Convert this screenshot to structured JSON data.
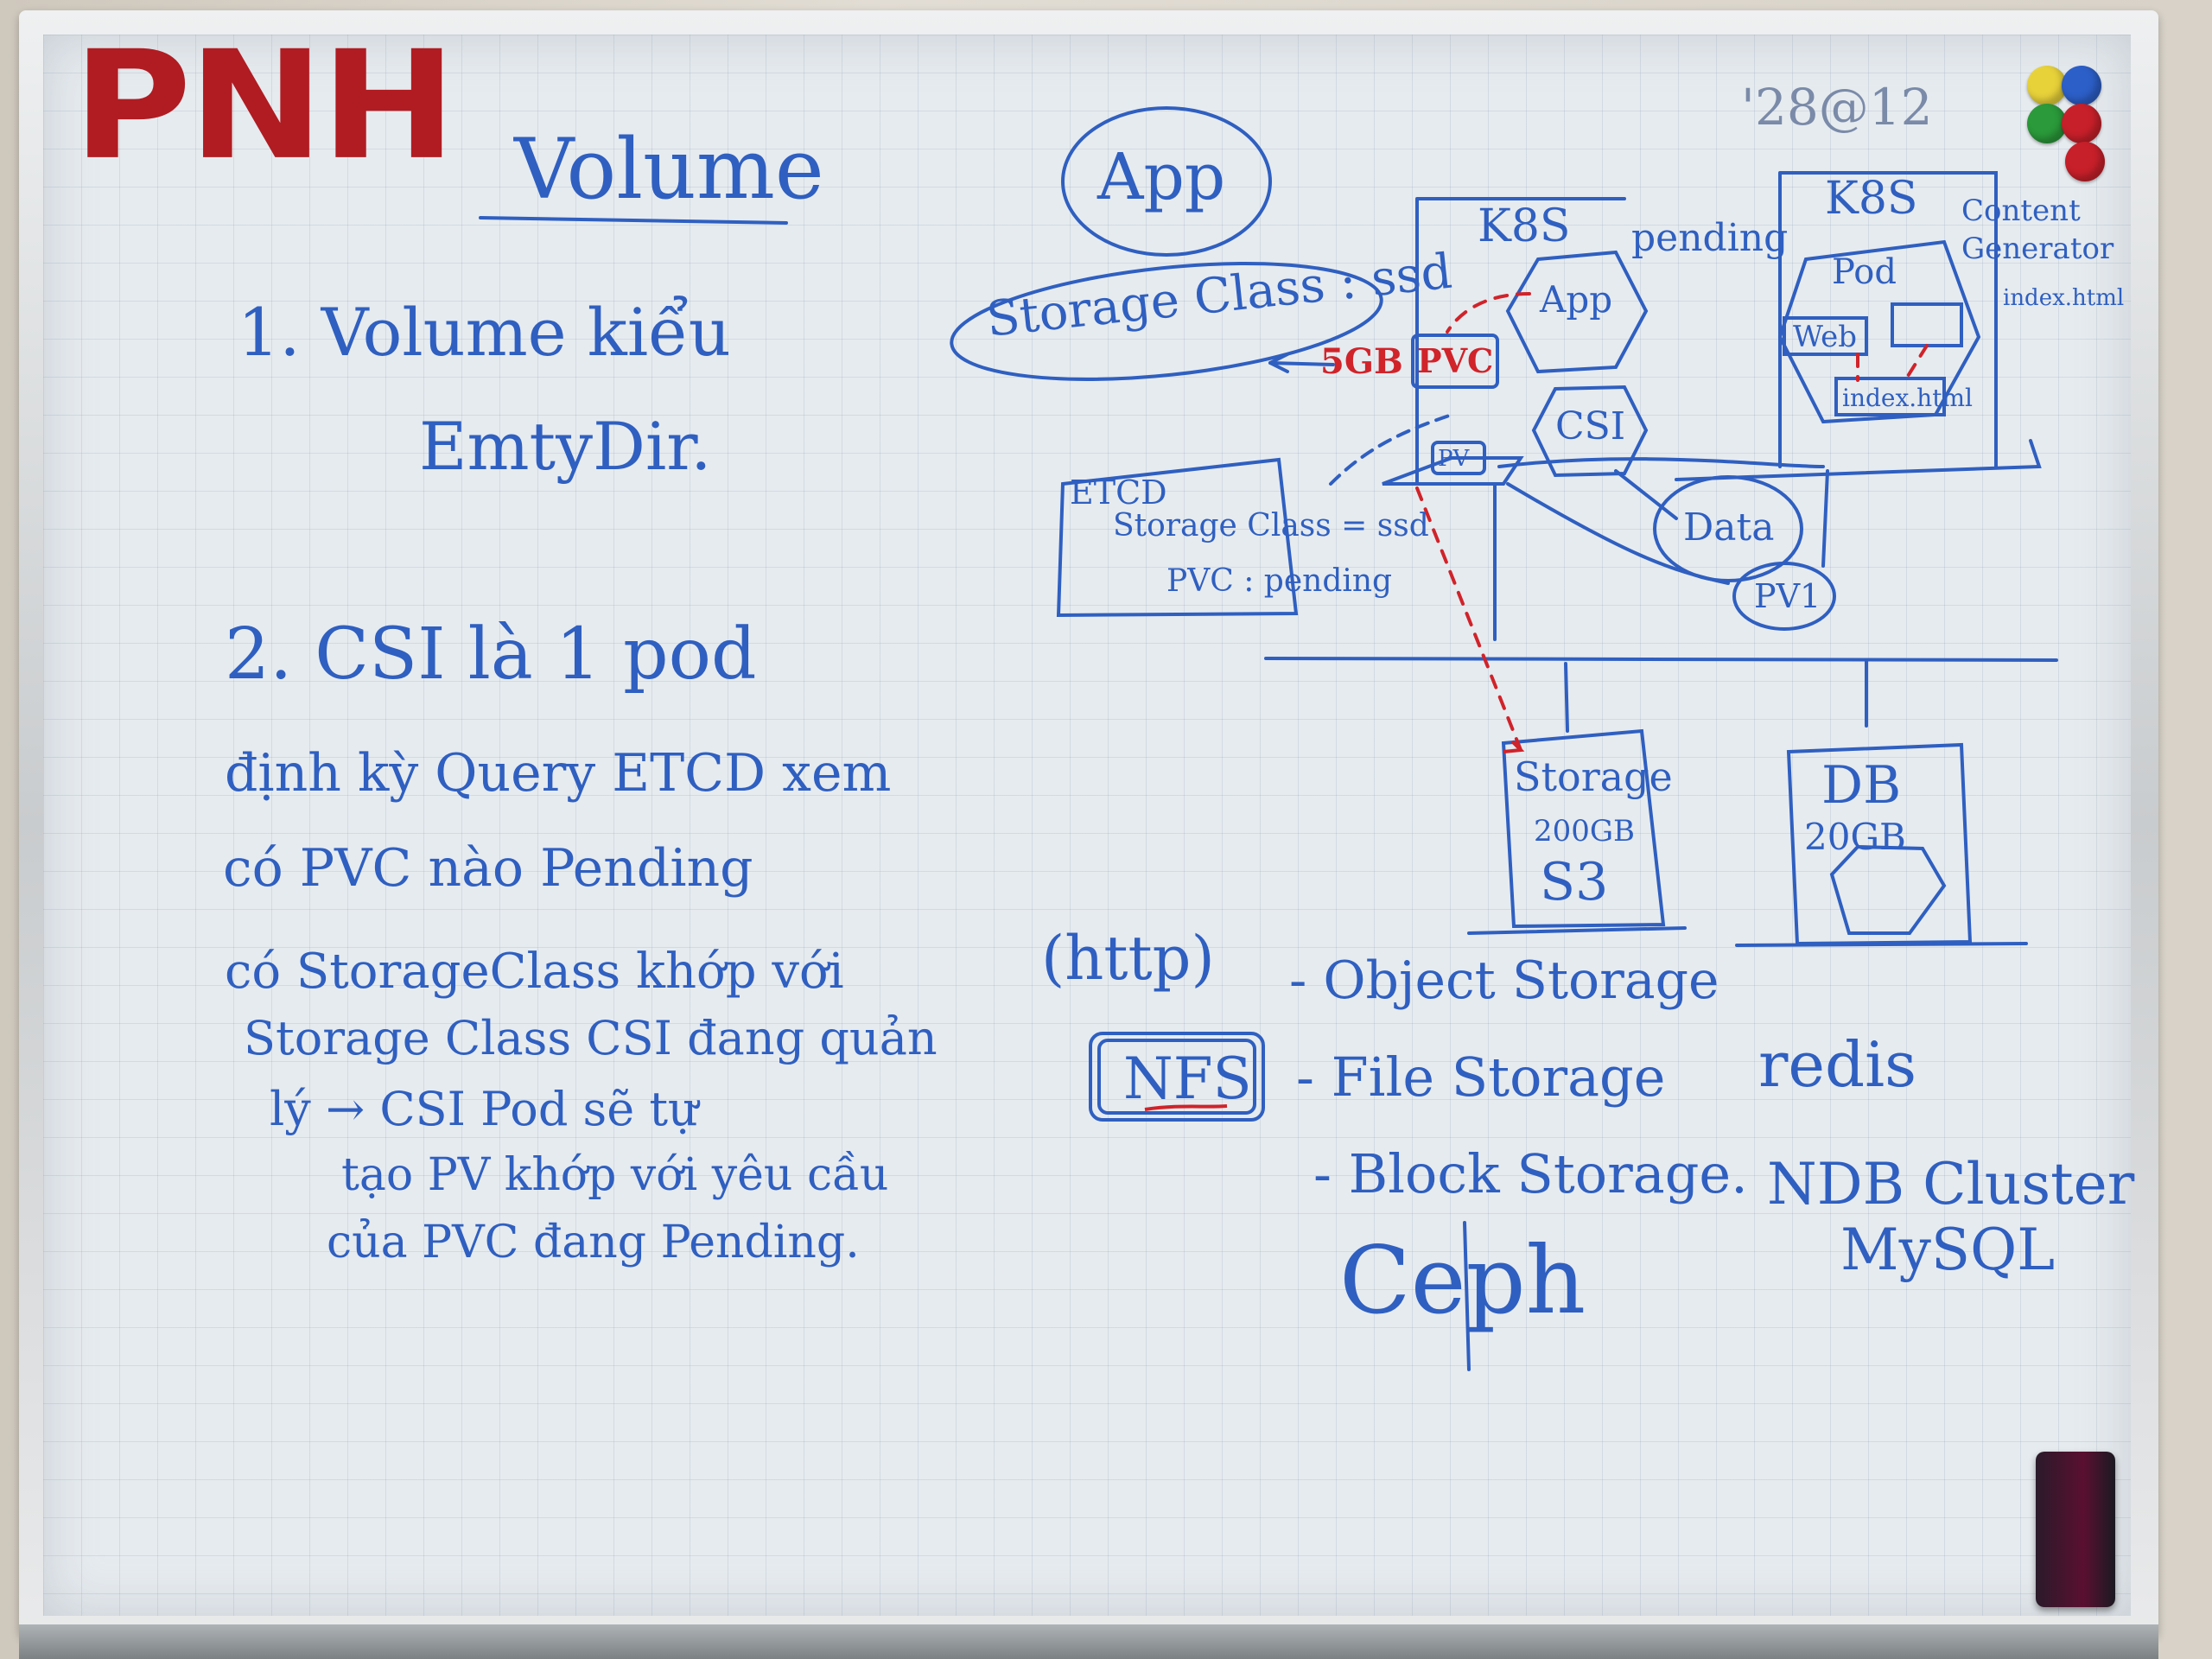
{
  "logo": "PNH",
  "date_text": "'28@12",
  "title": "Volume",
  "left_notes": {
    "line1": "1. Volume kiểu",
    "line2": "EmtyDir.",
    "line3": "2. CSI là 1 pod",
    "line4": "định kỳ Query ETCD xem",
    "line5": "có PVC nào Pending",
    "line6": "có StorageClass khớp với",
    "line7": "Storage Class CSI đang quản",
    "line8": "lý → CSI Pod sẽ tự",
    "line9": "tạo PV khớp với yêu cầu",
    "line10": "của PVC đang Pending."
  },
  "diagram": {
    "app_bubble": "App",
    "storage_class": "Storage Class : ssd",
    "size_red": "5GB",
    "pvc_red": "PVC",
    "k8s_left": "K8S",
    "pending": "pending",
    "app_hex": "App",
    "csi": "CSI",
    "pv": "PV",
    "etcd": "ETCD",
    "etcd_storage_class": "Storage Class = ssd",
    "etcd_pvc": "PVC : pending",
    "data": "Data",
    "pv1": "PV1",
    "k8s_right": "K8S",
    "content_generator": "Content Generator",
    "index_html_top": "index.html",
    "pod": "Pod",
    "web": "Web",
    "index_html": "index.html",
    "storage": "Storage",
    "storage_size": "200GB",
    "s3": "S3",
    "db": "DB",
    "db_size": "20GB"
  },
  "storage_types": {
    "http": "(http)",
    "nfs": "NFS",
    "object": "- Object Storage",
    "file": "- File Storage",
    "block": "- Block Storage.",
    "ceph": "Ceph"
  },
  "db_notes": {
    "redis": "redis",
    "ndb": "NDB Cluster",
    "mysql": "MySQL"
  },
  "colors": {
    "ink_blue": "#2f5fc0",
    "ink_red": "#d0232a",
    "logo_red": "#b01c22",
    "board": "#e6ebef"
  }
}
